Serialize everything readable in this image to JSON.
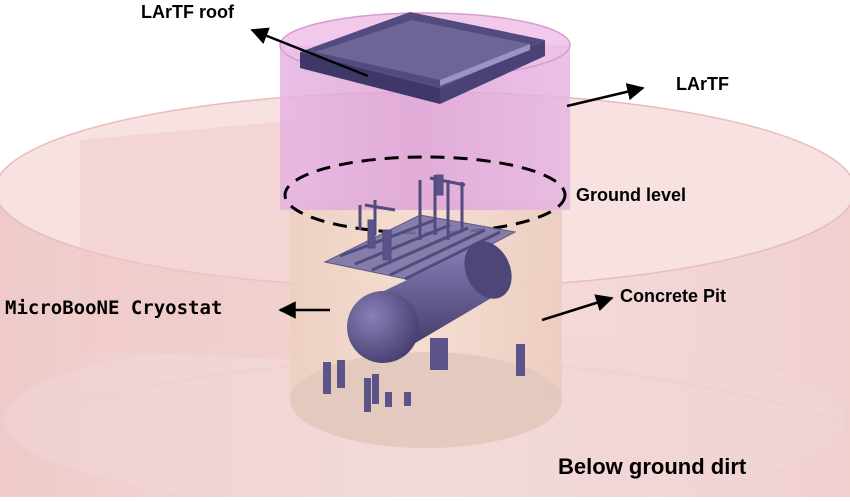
{
  "labels": {
    "roof": "LArTF roof",
    "lartf": "LArTF",
    "ground": "Ground level",
    "cryostat": "MicroBooNE Cryostat",
    "pit": "Concrete Pit",
    "dirt": "Below ground dirt"
  },
  "colors": {
    "dirt": "#f3d3d3",
    "building": "#e7a8dc",
    "pit": "#f0d6c6",
    "steel": "#6c6596",
    "arrow": "#000000"
  }
}
